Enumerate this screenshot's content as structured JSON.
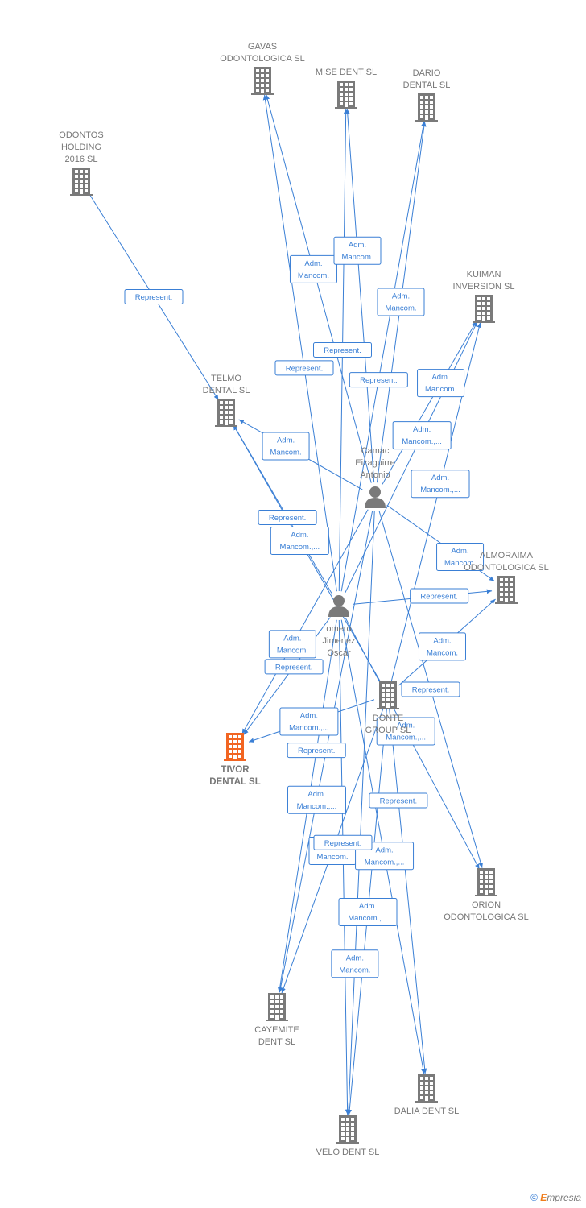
{
  "colors": {
    "edge": "#3a7fd5",
    "company": "#7a7a7a",
    "focus_company": "#f26522",
    "person": "#7a7a7a"
  },
  "nodes": [
    {
      "id": "gavas",
      "type": "company",
      "lines": [
        "GAVAS",
        "ODONTOLOGICA SL"
      ]
    },
    {
      "id": "mise",
      "type": "company",
      "lines": [
        "MISE DENT SL"
      ]
    },
    {
      "id": "dario",
      "type": "company",
      "lines": [
        "DARIO",
        "DENTAL SL"
      ]
    },
    {
      "id": "odontos",
      "type": "company",
      "lines": [
        "ODONTOS",
        "HOLDING",
        "2016  SL"
      ]
    },
    {
      "id": "kuiman",
      "type": "company",
      "lines": [
        "KUIMAN",
        "INVERSION SL"
      ]
    },
    {
      "id": "telmo",
      "type": "company",
      "lines": [
        "TELMO",
        "DENTAL SL"
      ]
    },
    {
      "id": "camacho",
      "type": "person",
      "lines": [
        "Camac",
        "Eizaguirre",
        "Antonio"
      ]
    },
    {
      "id": "almoraima",
      "type": "company",
      "lines": [
        "ALMORAIMA",
        "ODONTOLOGICA SL"
      ]
    },
    {
      "id": "romero",
      "type": "person",
      "lines": [
        "omero",
        "Jimenez",
        "Oscar"
      ]
    },
    {
      "id": "donte",
      "type": "company",
      "lines": [
        "DONTE",
        "GROUP  SL"
      ]
    },
    {
      "id": "tivor",
      "type": "company",
      "focus": true,
      "lines": [
        "TIVOR",
        "DENTAL  SL"
      ]
    },
    {
      "id": "orion",
      "type": "company",
      "lines": [
        "ORION",
        "ODONTOLOGICA SL"
      ]
    },
    {
      "id": "cayemite",
      "type": "company",
      "lines": [
        "CAYEMITE",
        "DENT SL"
      ]
    },
    {
      "id": "dalia",
      "type": "company",
      "lines": [
        "DALIA DENT SL"
      ]
    },
    {
      "id": "velo",
      "type": "company",
      "lines": [
        "VELO DENT SL"
      ]
    }
  ],
  "edges": [
    {
      "from": "odontos",
      "to": "telmo",
      "label": [
        "Represent."
      ]
    },
    {
      "from": "camacho",
      "to": "gavas",
      "label": [
        "Adm.",
        "Mancom."
      ]
    },
    {
      "from": "camacho",
      "to": "mise",
      "label": [
        "Adm.",
        "Mancom."
      ]
    },
    {
      "from": "camacho",
      "to": "dario",
      "label": [
        "Adm.",
        "Mancom."
      ]
    },
    {
      "from": "romero",
      "to": "gavas",
      "label": [
        "Represent."
      ]
    },
    {
      "from": "romero",
      "to": "mise",
      "label": [
        "Represent."
      ]
    },
    {
      "from": "romero",
      "to": "dario",
      "label": [
        "Represent."
      ]
    },
    {
      "from": "romero",
      "to": "kuiman",
      "label": [
        "Adm.",
        "Mancom.,..."
      ]
    },
    {
      "from": "camacho",
      "to": "kuiman",
      "label": [
        "Adm.",
        "Mancom."
      ]
    },
    {
      "from": "donte",
      "to": "kuiman",
      "label": [
        "Adm.",
        "Mancom.,..."
      ]
    },
    {
      "from": "camacho",
      "to": "telmo",
      "label": [
        "Adm.",
        "Mancom."
      ]
    },
    {
      "from": "romero",
      "to": "telmo",
      "label": [
        "Represent."
      ]
    },
    {
      "from": "donte",
      "to": "telmo",
      "label": [
        "Adm.",
        "Mancom.,..."
      ]
    },
    {
      "from": "camacho",
      "to": "almoraima",
      "label": [
        "Adm.",
        "Mancom."
      ]
    },
    {
      "from": "romero",
      "to": "almoraima",
      "label": [
        "Represent."
      ]
    },
    {
      "from": "donte",
      "to": "almoraima",
      "label": [
        "Adm.",
        "Mancom."
      ]
    },
    {
      "from": "camacho",
      "to": "tivor",
      "label": [
        "Adm.",
        "Mancom."
      ]
    },
    {
      "from": "romero",
      "to": "tivor",
      "label": [
        "Represent."
      ]
    },
    {
      "from": "donte",
      "to": "tivor",
      "label": [
        "Adm.",
        "Mancom.,..."
      ]
    },
    {
      "from": "camacho",
      "to": "orion",
      "label": [
        "Represent."
      ]
    },
    {
      "from": "romero",
      "to": "orion",
      "label": [
        "Adm.",
        "Mancom.,..."
      ]
    },
    {
      "from": "donte",
      "to": "cayemite",
      "label": [
        "Adm.",
        "Mancom."
      ]
    },
    {
      "from": "romero",
      "to": "cayemite",
      "label": [
        "Represent."
      ]
    },
    {
      "from": "camacho",
      "to": "cayemite",
      "label": [
        "Adm.",
        "Mancom.,..."
      ]
    },
    {
      "from": "donte",
      "to": "dalia",
      "label": [
        "Represent."
      ]
    },
    {
      "from": "romero",
      "to": "dalia",
      "label": [
        "Adm.",
        "Mancom.,..."
      ]
    },
    {
      "from": "donte",
      "to": "velo",
      "label": [
        "Adm.",
        "Mancom.,..."
      ]
    },
    {
      "from": "romero",
      "to": "velo",
      "label": [
        "Represent."
      ]
    },
    {
      "from": "camacho",
      "to": "velo",
      "label": [
        "Adm.",
        "Mancom."
      ]
    }
  ],
  "copyright": {
    "symbol": "©",
    "brand_initial": "E",
    "brand_rest": "mpresia"
  }
}
